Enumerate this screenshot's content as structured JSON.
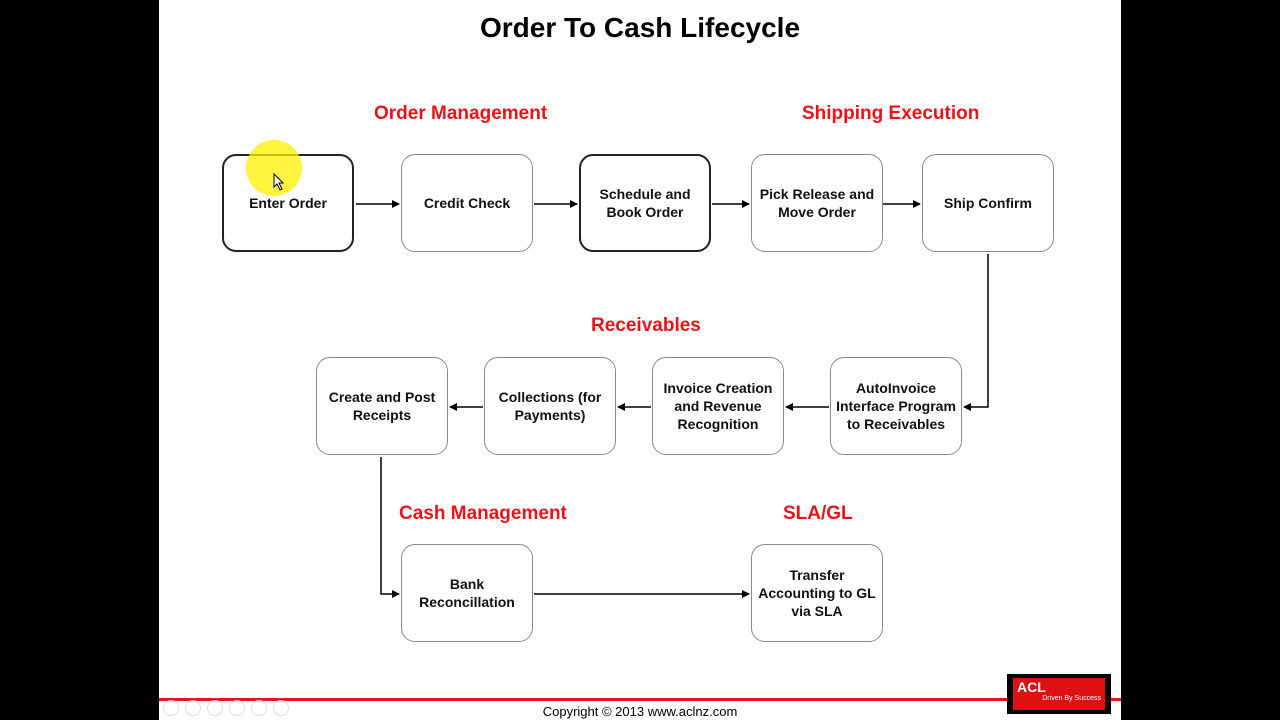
{
  "title": "Order To Cash Lifecycle",
  "sections": {
    "order_management": "Order Management",
    "shipping_execution": "Shipping Execution",
    "receivables": "Receivables",
    "cash_management": "Cash Management",
    "sla_gl": "SLA/GL"
  },
  "nodes": {
    "enter_order": "Enter Order",
    "credit_check": "Credit Check",
    "schedule_book": "Schedule and Book Order",
    "pick_release": "Pick Release and Move Order",
    "ship_confirm": "Ship Confirm",
    "autoinvoice": "AutoInvoice Interface Program to Receivables",
    "invoice_creation": "Invoice Creation and Revenue Recognition",
    "collections": "Collections (for Payments)",
    "create_post": "Create and Post Receipts",
    "bank_recon": "Bank Reconcillation",
    "transfer_gl": "Transfer Accounting to GL via SLA"
  },
  "footer": {
    "copyright": "Copyright © 2013 www.aclnz.com",
    "logo_text": "ACL",
    "logo_tagline": "Driven By Success"
  },
  "colors": {
    "accent": "#e8141b",
    "node_border": "#8a8a8a"
  }
}
